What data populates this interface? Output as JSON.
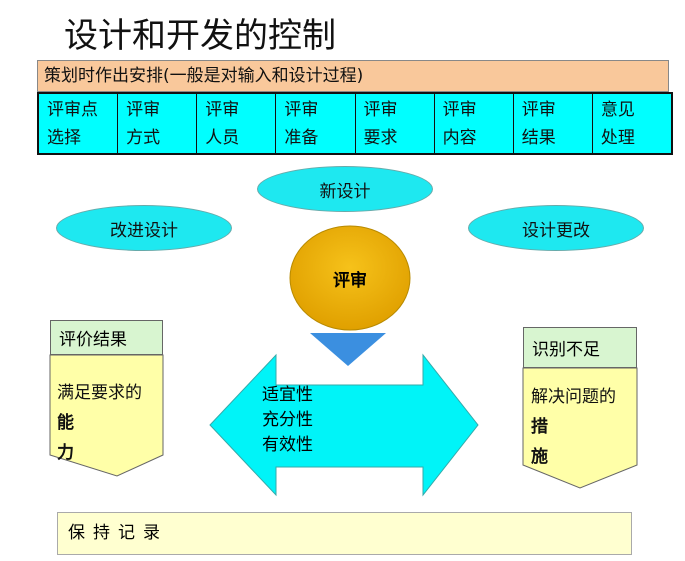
{
  "title": "设计和开发的控制",
  "plan_bar": "策划时作出安排(一般是对输入和设计过程)",
  "cells": [
    [
      "评审点",
      "选择"
    ],
    [
      "评审",
      "方式"
    ],
    [
      "评审",
      "人员"
    ],
    [
      "评审",
      "准备"
    ],
    [
      "评审",
      "要求"
    ],
    [
      "评审",
      "内容"
    ],
    [
      "评审",
      "结果"
    ],
    [
      "意见",
      "处理"
    ]
  ],
  "ellipses": {
    "new": "新设计",
    "improve": "改进设计",
    "change": "设计更改"
  },
  "center": "评审",
  "left_box": {
    "header": "评价结果",
    "line1": "满足要求的",
    "bold1": "能",
    "bold2": "力"
  },
  "right_box": {
    "header": "识别不足",
    "line1": "解决问题的",
    "bold1": "措",
    "bold2": "施"
  },
  "arrow_text": [
    "适宜性",
    "充分性",
    "有效性"
  ],
  "record": "保持记录",
  "colors": {
    "cyan": "#00ffff",
    "orange": "#f9c89b",
    "yellow": "#ffffa8",
    "gold": "#f2b705",
    "blue": "#3b8fe0"
  }
}
